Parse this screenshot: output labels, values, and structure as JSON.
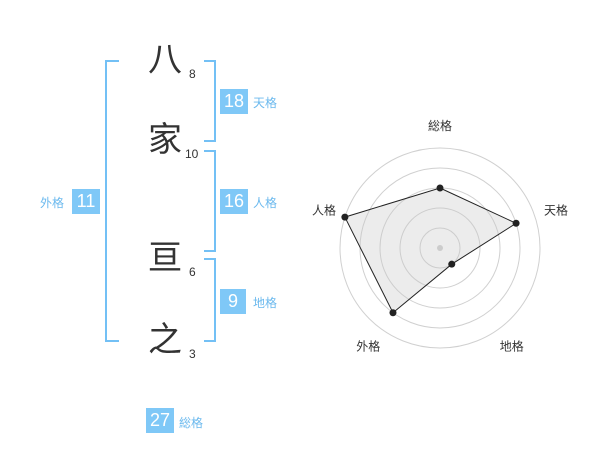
{
  "name": {
    "characters": [
      {
        "char": "八",
        "strokes": "8"
      },
      {
        "char": "家",
        "strokes": "10"
      },
      {
        "char": "亘",
        "strokes": "6"
      },
      {
        "char": "之",
        "strokes": "3"
      }
    ]
  },
  "fortunes": {
    "tenkaku": {
      "value": "18",
      "label": "天格"
    },
    "jinkaku": {
      "value": "16",
      "label": "人格"
    },
    "chikaku": {
      "value": "9",
      "label": "地格"
    },
    "gaikaku": {
      "value": "11",
      "label": "外格"
    },
    "soukaku": {
      "value": "27",
      "label": "総格"
    }
  },
  "colors": {
    "accent": "#7fc8f7",
    "bracket": "#73c0f5",
    "text": "#333333"
  },
  "chart_data": {
    "type": "radar",
    "axes": [
      "総格",
      "天格",
      "地格",
      "外格",
      "人格"
    ],
    "scale_max": 5,
    "rings": 5,
    "series": [
      {
        "values": [
          3,
          4,
          1,
          4,
          5
        ]
      }
    ]
  }
}
